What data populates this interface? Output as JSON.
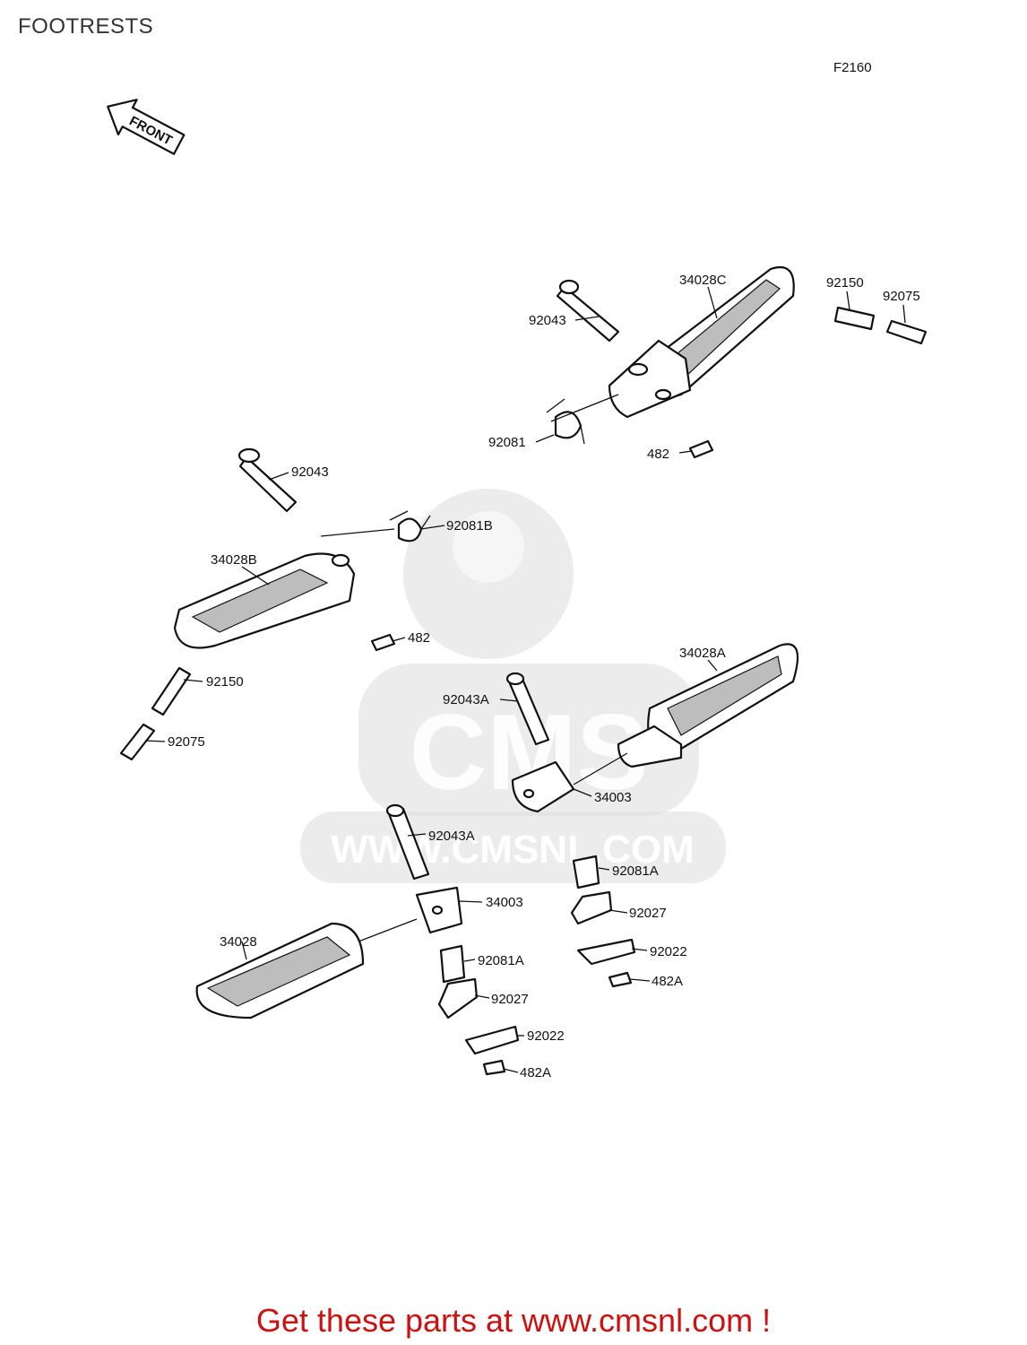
{
  "page": {
    "title": "FOOTRESTS",
    "ref_code": "F2160",
    "front_label": "FRONT"
  },
  "watermark": {
    "text": "WWW.CMSNL.COM",
    "logo_text": "CMS"
  },
  "parts": [
    {
      "id": "p1",
      "number": "34028C"
    },
    {
      "id": "p2",
      "number": "92150"
    },
    {
      "id": "p3",
      "number": "92075"
    },
    {
      "id": "p4",
      "number": "92043"
    },
    {
      "id": "p5",
      "number": "92081"
    },
    {
      "id": "p6",
      "number": "482"
    },
    {
      "id": "p7",
      "number": "92043"
    },
    {
      "id": "p8",
      "number": "92081B"
    },
    {
      "id": "p9",
      "number": "34028B"
    },
    {
      "id": "p10",
      "number": "482"
    },
    {
      "id": "p11",
      "number": "92150"
    },
    {
      "id": "p12",
      "number": "92075"
    },
    {
      "id": "p13",
      "number": "34028A"
    },
    {
      "id": "p14",
      "number": "92043A"
    },
    {
      "id": "p15",
      "number": "34003"
    },
    {
      "id": "p16",
      "number": "92043A"
    },
    {
      "id": "p17",
      "number": "92081A"
    },
    {
      "id": "p18",
      "number": "34003"
    },
    {
      "id": "p19",
      "number": "92027"
    },
    {
      "id": "p20",
      "number": "34028"
    },
    {
      "id": "p21",
      "number": "92022"
    },
    {
      "id": "p22",
      "number": "92081A"
    },
    {
      "id": "p23",
      "number": "482A"
    },
    {
      "id": "p24",
      "number": "92027"
    },
    {
      "id": "p25",
      "number": "92022"
    },
    {
      "id": "p26",
      "number": "482A"
    }
  ],
  "promo": {
    "text": "Get these parts at www.cmsnl.com !"
  }
}
